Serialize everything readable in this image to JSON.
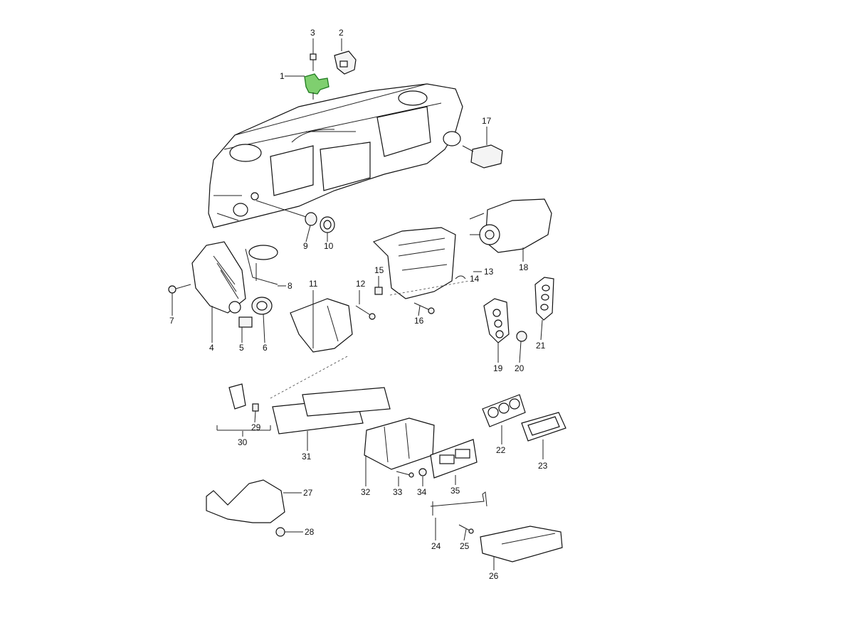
{
  "diagram": {
    "highlight_color": "#7fcf6f",
    "callouts": [
      {
        "id": "c1",
        "label": "1"
      },
      {
        "id": "c2",
        "label": "2"
      },
      {
        "id": "c3",
        "label": "3"
      },
      {
        "id": "c4",
        "label": "4"
      },
      {
        "id": "c5",
        "label": "5"
      },
      {
        "id": "c6",
        "label": "6"
      },
      {
        "id": "c7",
        "label": "7"
      },
      {
        "id": "c8",
        "label": "8"
      },
      {
        "id": "c9",
        "label": "9"
      },
      {
        "id": "c10",
        "label": "10"
      },
      {
        "id": "c11",
        "label": "11"
      },
      {
        "id": "c12",
        "label": "12"
      },
      {
        "id": "c13",
        "label": "13"
      },
      {
        "id": "c14",
        "label": "14"
      },
      {
        "id": "c15",
        "label": "15"
      },
      {
        "id": "c16",
        "label": "16"
      },
      {
        "id": "c17",
        "label": "17"
      },
      {
        "id": "c18",
        "label": "18"
      },
      {
        "id": "c19",
        "label": "19"
      },
      {
        "id": "c20",
        "label": "20"
      },
      {
        "id": "c21",
        "label": "21"
      },
      {
        "id": "c22",
        "label": "22"
      },
      {
        "id": "c23",
        "label": "23"
      },
      {
        "id": "c24",
        "label": "24"
      },
      {
        "id": "c25",
        "label": "25"
      },
      {
        "id": "c26",
        "label": "26"
      },
      {
        "id": "c27",
        "label": "27"
      },
      {
        "id": "c28",
        "label": "28"
      },
      {
        "id": "c29",
        "label": "29"
      },
      {
        "id": "c30",
        "label": "30"
      },
      {
        "id": "c31",
        "label": "31"
      },
      {
        "id": "c32",
        "label": "32"
      },
      {
        "id": "c33",
        "label": "33"
      },
      {
        "id": "c34",
        "label": "34"
      },
      {
        "id": "c35",
        "label": "35"
      }
    ]
  }
}
